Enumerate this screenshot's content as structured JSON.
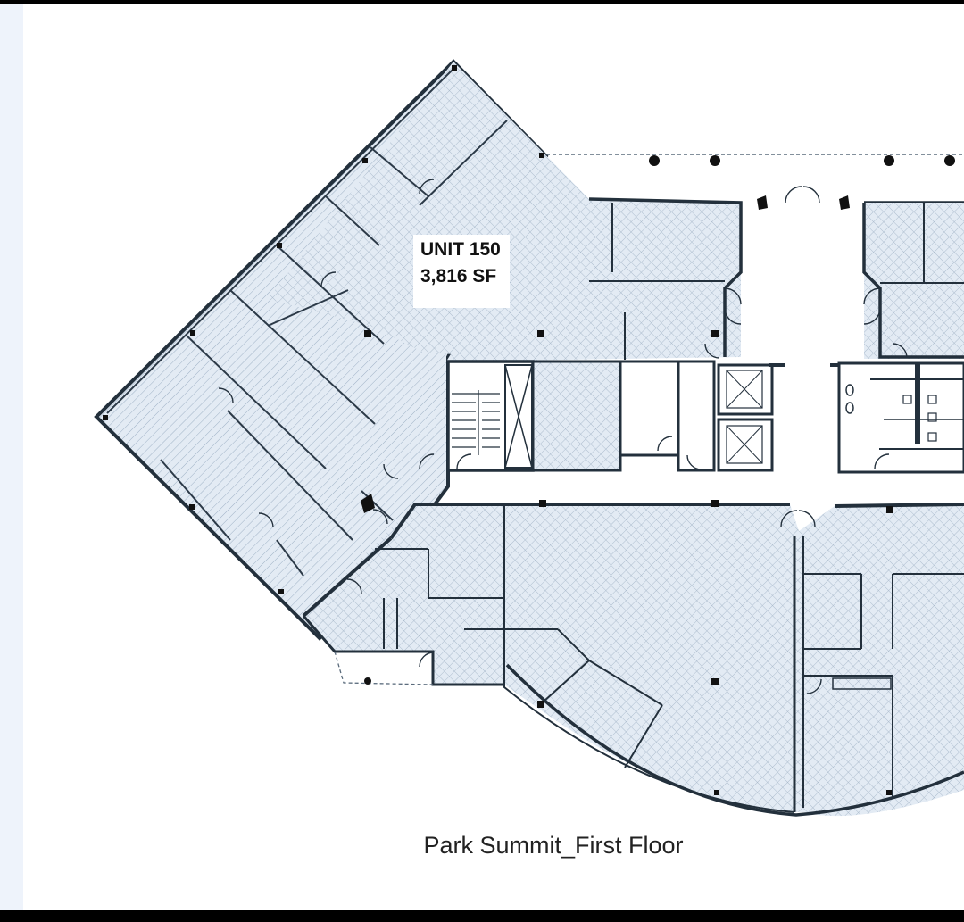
{
  "plan": {
    "unit_name": "UNIT 150",
    "unit_area": "3,816 SF",
    "caption": "Park Summit_First Floor"
  },
  "colors": {
    "fill": "#e3ebf4",
    "wall": "#23303c",
    "hatch": "#9fb2c6"
  },
  "icons": [
    "column-marker-icon",
    "door-swing-icon",
    "elevator-icon",
    "stair-icon",
    "restroom-fixture-icon"
  ]
}
